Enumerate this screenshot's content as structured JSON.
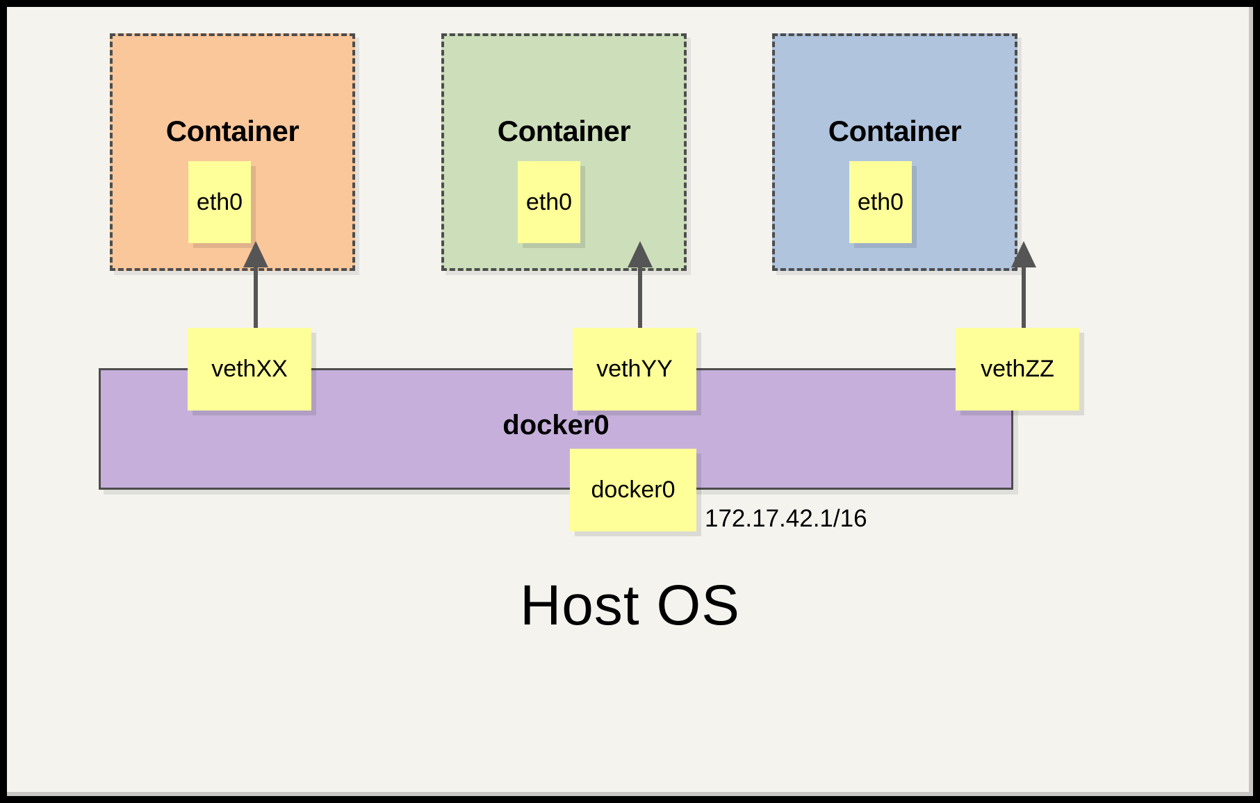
{
  "diagram": {
    "title_text": "Host OS",
    "bridge": {
      "name": "docker0",
      "port_label": "docker0",
      "ip": "172.17.42.1/16",
      "fill": "#c6b0db",
      "stroke": "#4d4d4d"
    },
    "page_background": "#f4f3ee",
    "frame_color": "#000000",
    "nic_fill": "#ffff99",
    "arrow_color": "#555555",
    "containers": [
      {
        "label": "Container",
        "nic": "eth0",
        "veth": "vethXX",
        "fill": "#fac79b",
        "border": "#4d4d4d"
      },
      {
        "label": "Container",
        "nic": "eth0",
        "veth": "vethYY",
        "fill": "#cddfba",
        "border": "#4d4d4d"
      },
      {
        "label": "Container",
        "nic": "eth0",
        "veth": "vethZZ",
        "fill": "#b0c4de",
        "border": "#4d4d4d"
      }
    ]
  }
}
